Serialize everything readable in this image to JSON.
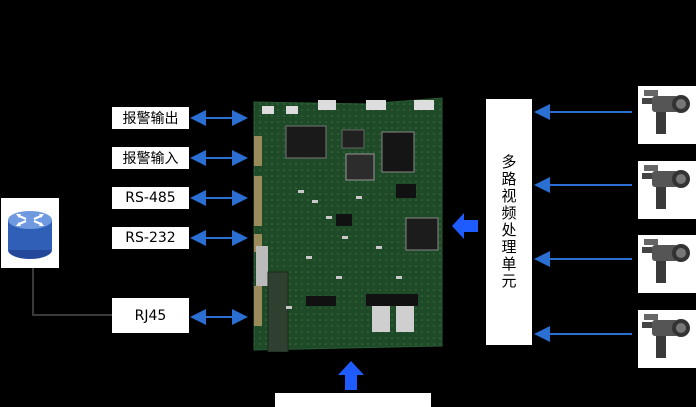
{
  "left_labels": [
    {
      "id": "alarm-out",
      "text": "报警输出"
    },
    {
      "id": "alarm-in",
      "text": "报警输入"
    },
    {
      "id": "rs485",
      "text": "RS-485"
    },
    {
      "id": "rs232",
      "text": "RS-232"
    },
    {
      "id": "rj45",
      "text": "RJ45"
    }
  ],
  "right_unit": {
    "text": "多路视频处理单元"
  },
  "bottom_box": {
    "text": ""
  },
  "colors": {
    "background": "#000000",
    "arrow_blue": "#2a6fd1",
    "big_arrow_blue": "#1e5cff",
    "pcb_green": "#1f4a28",
    "router_blue": "#2f5fb6"
  },
  "icons": [
    "router-icon",
    "camera-icon",
    "pcb-board-image"
  ]
}
